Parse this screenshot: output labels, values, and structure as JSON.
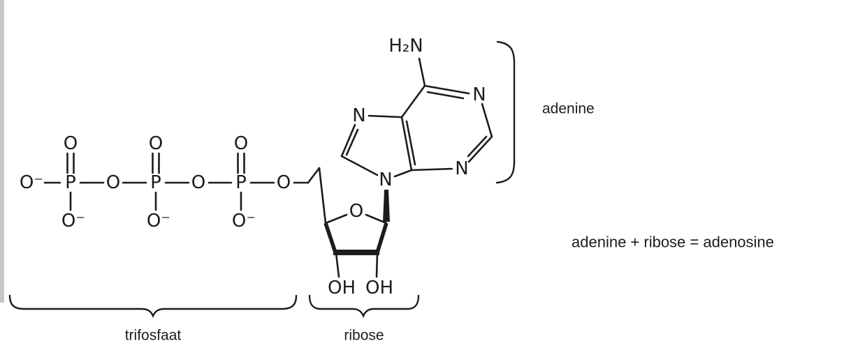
{
  "page": {
    "background": "#ffffff",
    "line_color": "#1c1c1c",
    "left_bar_color": "#c7c7c7"
  },
  "molecule": {
    "triphosphate": {
      "terminal_o": "O⁻",
      "p1": "P",
      "p2": "P",
      "p3": "P",
      "bridge_o1": "O",
      "bridge_o2": "O",
      "ester_o": "O",
      "top_o1": "O",
      "top_o2": "O",
      "top_o3": "O",
      "bottom_o1": "O⁻",
      "bottom_o2": "O⁻",
      "bottom_o3": "O⁻"
    },
    "ribose": {
      "ring_o": "O",
      "oh_left": "OH",
      "oh_right": "OH"
    },
    "adenine": {
      "amine": "H₂N",
      "n1": "N",
      "n3": "N",
      "n7": "N",
      "n9": "N"
    }
  },
  "labels": {
    "adenine": "adenine",
    "trifosfaat": "trifosfaat",
    "ribose": "ribose",
    "equation": "adenine + ribose = adenosine"
  }
}
